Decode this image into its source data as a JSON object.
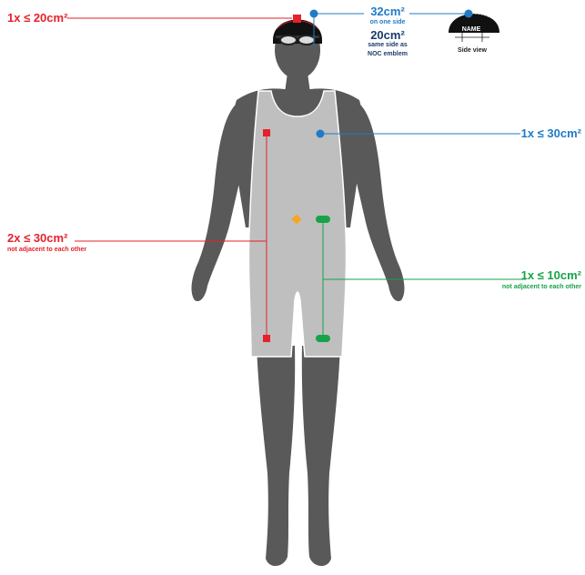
{
  "colors": {
    "red": "#e5212c",
    "blue": "#1f7bc8",
    "navy": "#1d3a6b",
    "green": "#17a34a",
    "orange": "#f6a623",
    "silhouette": "#595959",
    "swimsuit": "#bfbfbf",
    "cap": "#111111"
  },
  "labels": {
    "cap_front": "1x ≤ 20cm²",
    "cap_side_main": "32cm²",
    "cap_side_sub": "on one side",
    "cap_emblem_main": "20cm²",
    "cap_emblem_sub1": "same side as",
    "cap_emblem_sub2": "NOC emblem",
    "side_view_name": "NAME",
    "side_view_caption": "Side view",
    "chest": "1x ≤ 30cm²",
    "side_torso_main": "2x ≤ 30cm²",
    "side_torso_sub": "not adjacent to each other",
    "hip_main": "1x ≤ 10cm²",
    "hip_sub": "not adjacent to each other"
  },
  "icons": {
    "markers": [
      "red-square-marker",
      "blue-circle-marker",
      "orange-diamond-marker",
      "green-pill-marker"
    ],
    "figure": "swimmer-silhouette",
    "goggles": "goggles-icon",
    "cap_side": "swim-cap-side-view"
  }
}
